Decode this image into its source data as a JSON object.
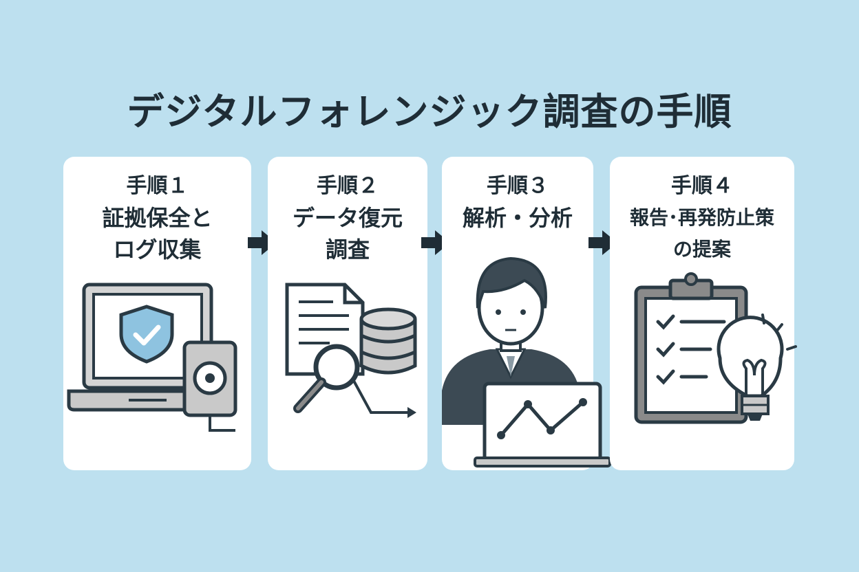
{
  "title": "デジタルフォレンジック調査の手順",
  "steps": [
    {
      "step": "手順１",
      "label_lines": [
        "証拠保全と",
        "ログ収集"
      ],
      "icon": "laptop-shield-drive-icon"
    },
    {
      "step": "手順２",
      "label_lines": [
        "データ復元",
        "調査"
      ],
      "icon": "document-database-magnifier-icon"
    },
    {
      "step": "手順３",
      "label_lines": [
        "解析・分析"
      ],
      "icon": "analyst-laptop-chart-icon"
    },
    {
      "step": "手順４",
      "label_lines": [
        "報告･再発防止策",
        "の提案"
      ],
      "icon": "clipboard-lightbulb-icon"
    }
  ],
  "colors": {
    "background": "#bde0ef",
    "card": "#ffffff",
    "text": "#1f2d36",
    "accent": "#8ec3e0",
    "gray": "#c9c9c9"
  }
}
